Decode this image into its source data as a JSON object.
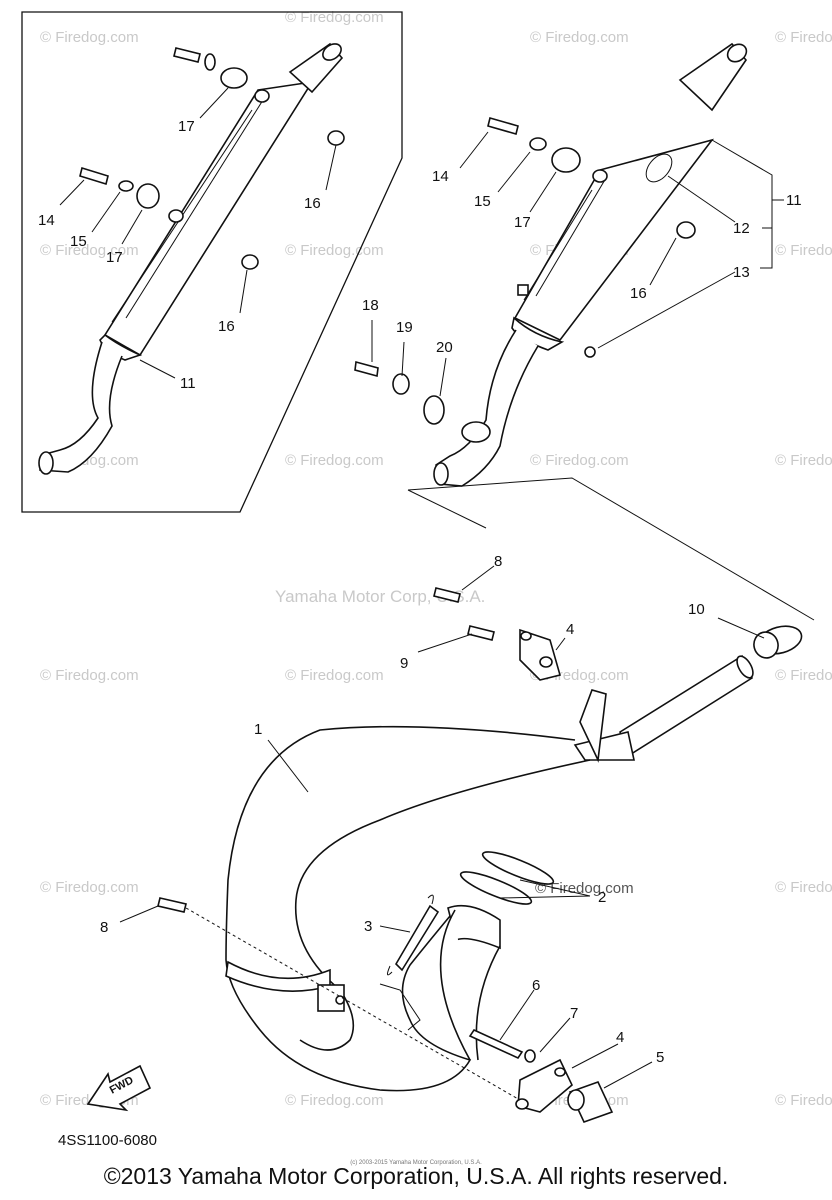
{
  "watermarks": {
    "site": "© Firedog.com",
    "center": "Yamaha Motor Corp, U.S.A.",
    "overlay": "© Firedog.com"
  },
  "callouts": {
    "c1": "1",
    "c2": "2",
    "c3": "3",
    "c4a": "4",
    "c4b": "4",
    "c5": "5",
    "c6": "6",
    "c7": "7",
    "c8a": "8",
    "c8b": "8",
    "c9": "9",
    "c10": "10",
    "c11a": "11",
    "c11b": "11",
    "c12": "12",
    "c13": "13",
    "c14a": "14",
    "c14b": "14",
    "c15a": "15",
    "c15b": "15",
    "c16a": "16",
    "c16b": "16",
    "c16c": "16",
    "c17a": "17",
    "c17b": "17",
    "c17c": "17",
    "c18": "18",
    "c19": "19",
    "c20": "20"
  },
  "fwd_label": "FWD",
  "diagram_code": "4SS1100-6080",
  "small_print": "(c) 2003-2015 Yamaha Motor Corporation, U.S.A.",
  "copyright": "©2013 Yamaha Motor Corporation, U.S.A. All rights reserved."
}
